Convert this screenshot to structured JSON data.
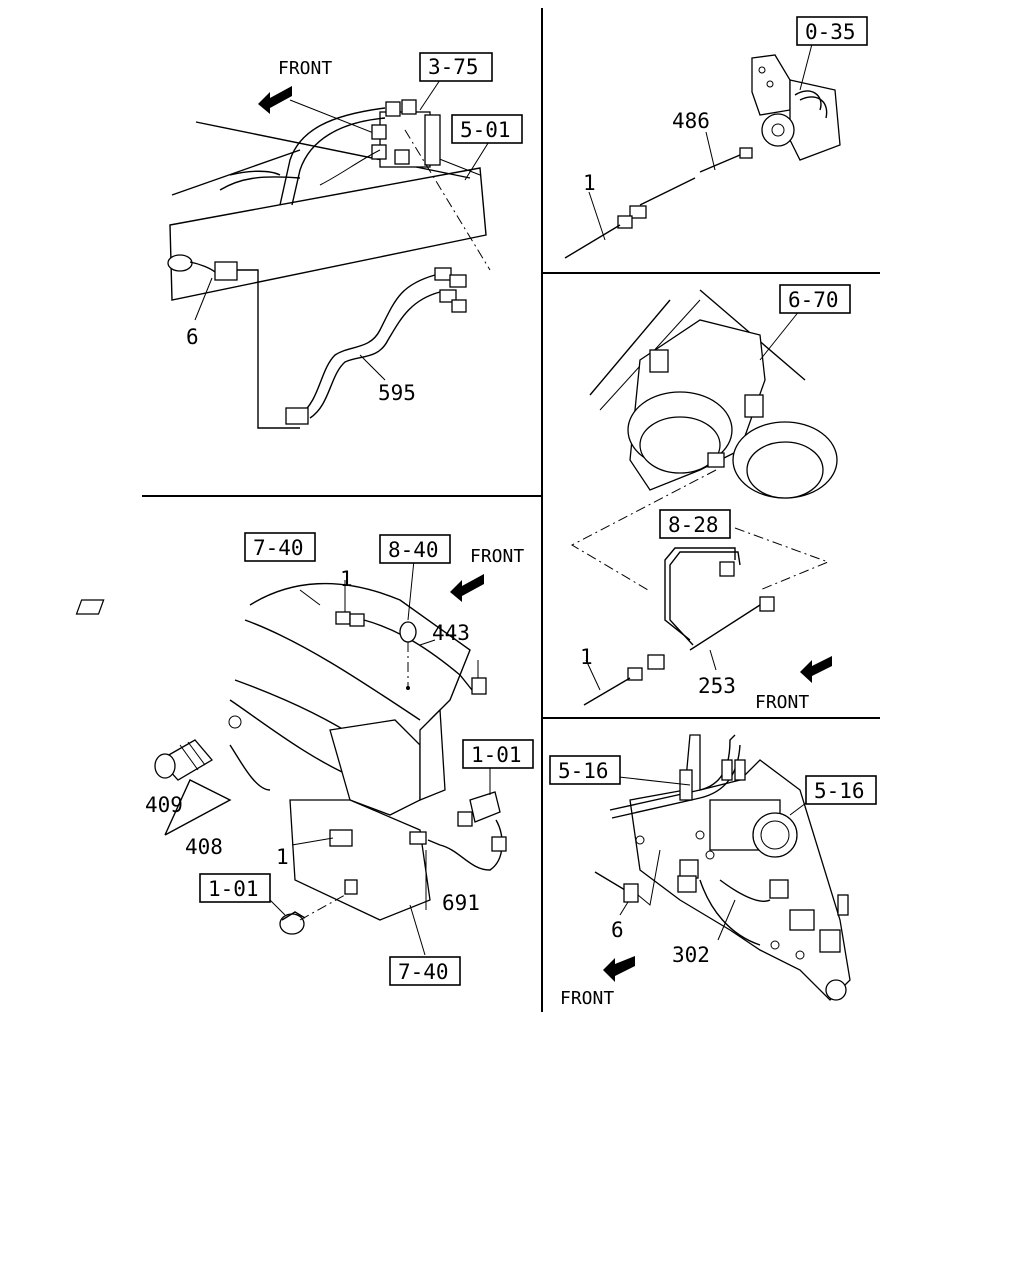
{
  "panels": {
    "top_left": {
      "front": "FRONT",
      "refs": [
        "3-75",
        "5-01"
      ],
      "parts": [
        "6",
        "595"
      ]
    },
    "top_right": {
      "refs": [
        "0-35"
      ],
      "parts": [
        "486",
        "1"
      ]
    },
    "mid_right": {
      "refs": [
        "6-70",
        "8-28"
      ],
      "parts": [
        "1",
        "253"
      ],
      "front": "FRONT"
    },
    "bottom_left": {
      "refs": [
        "7-40",
        "8-40",
        "1-01",
        "1-01",
        "7-40"
      ],
      "front": "FRONT",
      "parts": [
        "1",
        "443",
        "409",
        "408",
        "1",
        "691"
      ]
    },
    "bottom_right": {
      "refs": [
        "5-16",
        "5-16"
      ],
      "parts": [
        "6",
        "302"
      ],
      "front": "FRONT"
    }
  }
}
